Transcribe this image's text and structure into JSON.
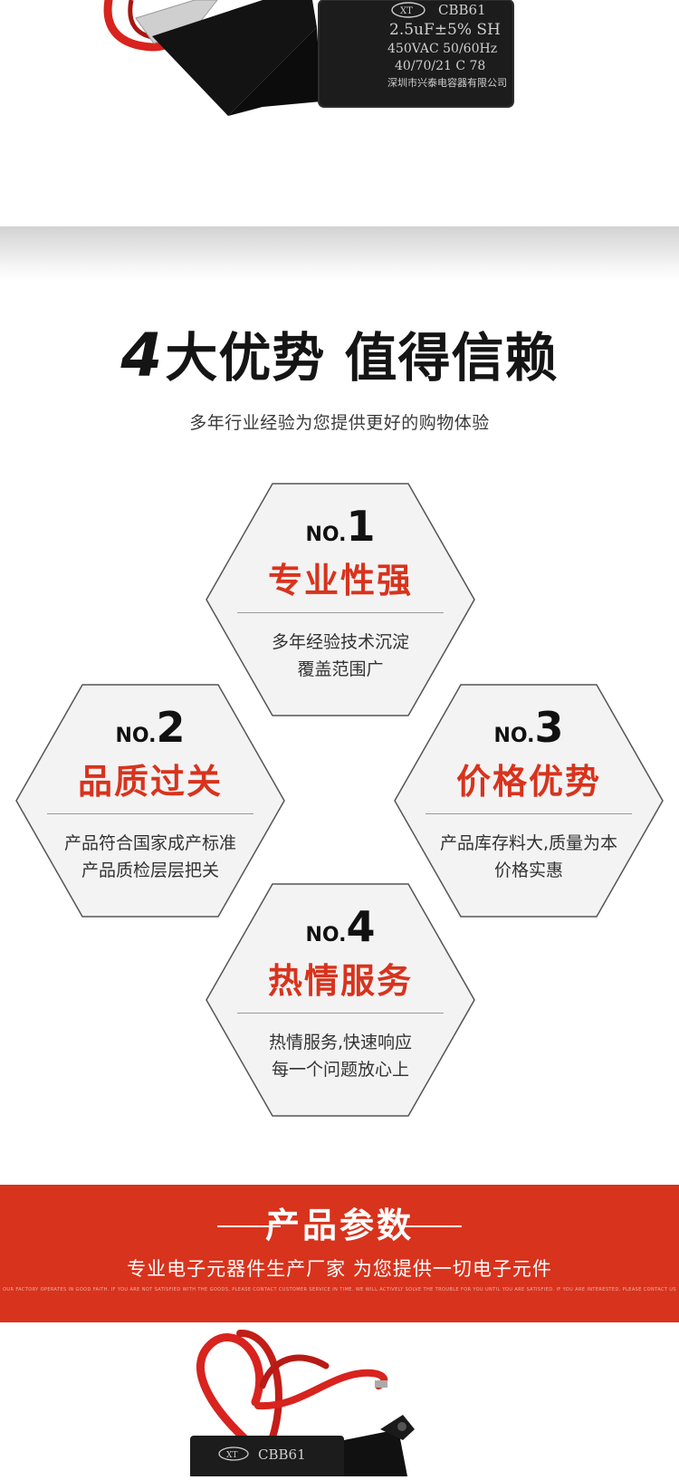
{
  "top_photo": {
    "capacitor_text": {
      "brand": "XT",
      "model": "CBB61",
      "capacitance": "2.5uF±5% SH",
      "voltage": "450VAC 50/60Hz",
      "class": "40/70/21 C 78",
      "maker": "深圳市兴泰电容器有限公司"
    }
  },
  "headline": {
    "number": "4",
    "main": "大优势 值得信赖",
    "sub": "多年行业经验为您提供更好的购物体验"
  },
  "advantages": [
    {
      "no_prefix": "NO.",
      "no": "1",
      "title": "专业性强",
      "desc": [
        "多年经验技术沉淀",
        "覆盖范围广"
      ]
    },
    {
      "no_prefix": "NO.",
      "no": "2",
      "title": "品质过关",
      "desc": [
        "产品符合国家成产标准",
        "产品质检层层把关"
      ]
    },
    {
      "no_prefix": "NO.",
      "no": "3",
      "title": "价格优势",
      "desc": [
        "产品库存料大,质量为本",
        "价格实惠"
      ]
    },
    {
      "no_prefix": "NO.",
      "no": "4",
      "title": "热情服务",
      "desc": [
        "热情服务,快速响应",
        "每一个问题放心上"
      ]
    }
  ],
  "banner": {
    "title": "产品参数",
    "subtitle": "专业电子元器件生产厂家 为您提供一切电子元件",
    "fine_print": "OUR FACTORY OPERATES IN GOOD FAITH. IF YOU ARE NOT SATISFIED WITH THE GOODS, PLEASE CONTACT CUSTOMER SERVICE IN TIME. WE WILL ACTIVELY SOLVE THE TROUBLE FOR YOU UNTIL YOU ARE SATISFIED. IF YOU ARE INTERESTED, PLEASE CONTACT US"
  },
  "bottom_photo": {
    "capacitor_text": {
      "brand": "XT",
      "model": "CBB61"
    }
  },
  "colors": {
    "accent_red": "#d8331d",
    "hex_fill": "#f3f3f3",
    "hex_stroke": "#555555",
    "capacitor_body": "#1c1c1c",
    "wire_red": "#d8231e"
  }
}
